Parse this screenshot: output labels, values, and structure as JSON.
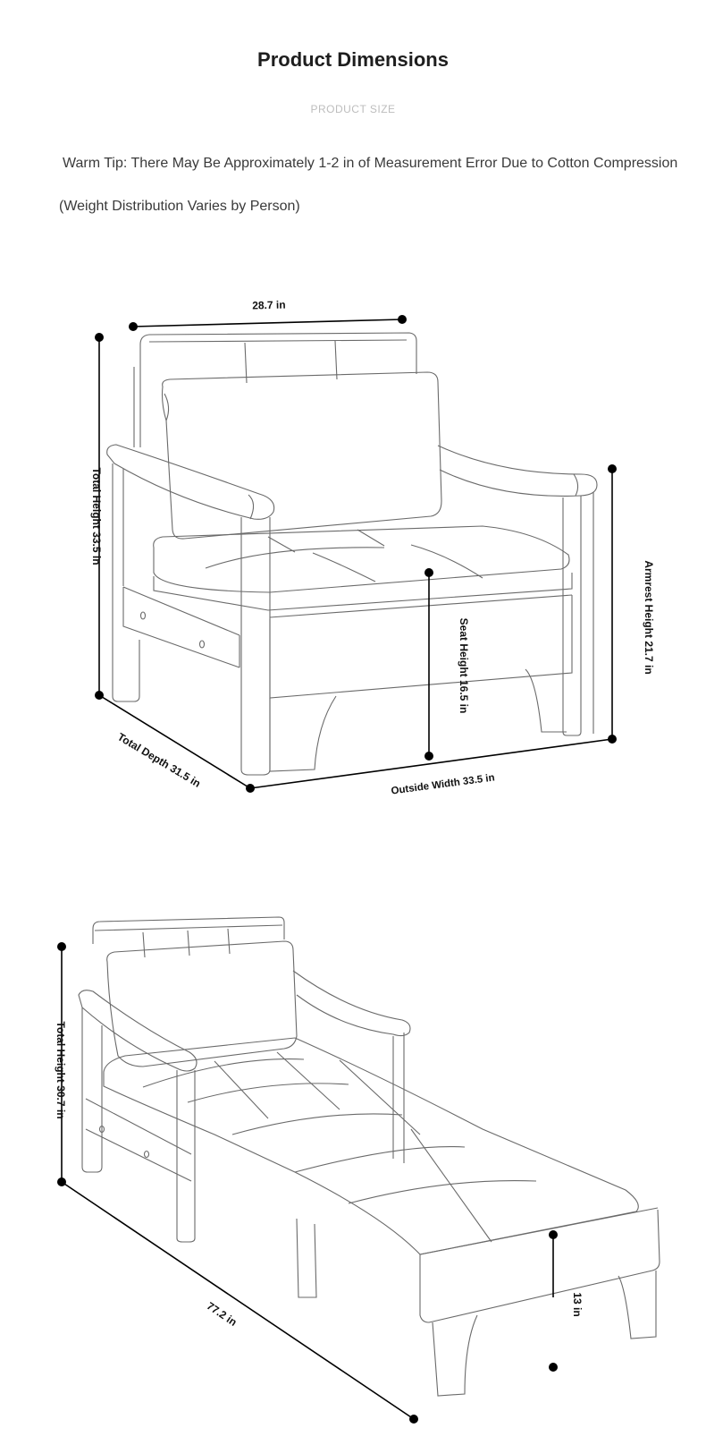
{
  "header": {
    "title": "Product Dimensions",
    "subtitle": "PRODUCT SIZE"
  },
  "tip": "Warm Tip: There May Be Approximately 1-2 in of Measurement Error Due to Cotton Compression",
  "note": "(Weight Distribution Varies by Person)",
  "chair": {
    "top_width": "28.7 in",
    "total_height": "Total Height 33.5 in",
    "armrest_height": "Armrest Height 21.7 in",
    "seat_height": "Seat Height 16.5 in",
    "total_depth": "Total Depth 31.5 in",
    "outside_width": "Outside Width 33.5 in"
  },
  "bed": {
    "total_height": "Total Height 30.7 in",
    "length": "77.2 in",
    "height": "13 in"
  }
}
